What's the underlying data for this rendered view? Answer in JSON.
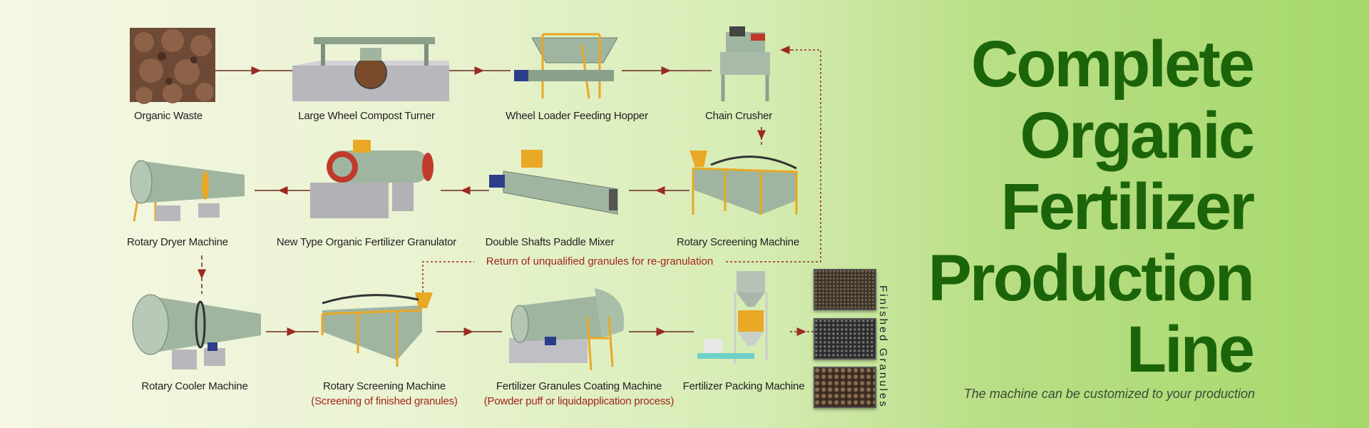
{
  "title": {
    "lines": [
      "Complete",
      "Organic",
      "Fertilizer",
      "Production",
      "Line"
    ]
  },
  "tagline": "The machine can be customized to your production",
  "steps": {
    "row1": [
      {
        "label": "Organic Waste"
      },
      {
        "label": "Large Wheel Compost Turner"
      },
      {
        "label": "Wheel Loader Feeding Hopper"
      },
      {
        "label": "Chain Crusher"
      }
    ],
    "row2": [
      {
        "label": "Rotary Dryer Machine"
      },
      {
        "label": "New Type Organic Fertilizer Granulator"
      },
      {
        "label": "Double Shafts Paddle Mixer"
      },
      {
        "label": "Rotary Screening Machine"
      }
    ],
    "row3": [
      {
        "label": "Rotary Cooler Machine"
      },
      {
        "label": "Rotary Screening Machine",
        "note": "(Screening of finished granules)"
      },
      {
        "label": "Fertilizer Granules Coating Machine",
        "note": "(Powder puff or liquidapplication process)"
      },
      {
        "label": "Fertilizer Packing Machine"
      }
    ]
  },
  "return_label": "Return of unqualified granules for re-granulation",
  "finished_label": "Finished Granules",
  "colors": {
    "title": "#1b6409",
    "arrow": "#9b2a22",
    "note": "#a3261c",
    "machine": "#9fb5a0",
    "frame": "#e9a825"
  }
}
